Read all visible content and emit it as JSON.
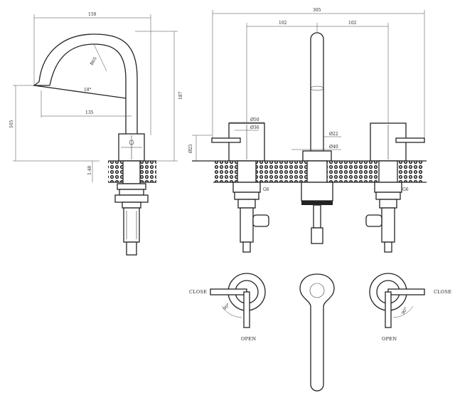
{
  "dimensions": {
    "side_width": "150",
    "side_height": "187",
    "spout_radius": "R65",
    "spout_reach": "135",
    "spout_angle": "18°",
    "spout_height": "105",
    "deck_thickness": "1-40",
    "overall_width": "305",
    "left_spacing": "102",
    "right_spacing": "102",
    "handle_dia": "Ø50",
    "handle_inner_dia": "Ø36",
    "spout_dia": "Ø22",
    "spout_hole": "Ø40",
    "body_height": "Ø25",
    "thread_left": "G6",
    "thread_right": "G6"
  },
  "labels": {
    "close_left": "CLOSE",
    "close_right": "CLOSE",
    "open_left": "OPEN",
    "open_right": "OPEN",
    "angle_left": "90°",
    "angle_right": "90°"
  },
  "colors": {
    "line": "#222222",
    "background": "#ffffff"
  }
}
